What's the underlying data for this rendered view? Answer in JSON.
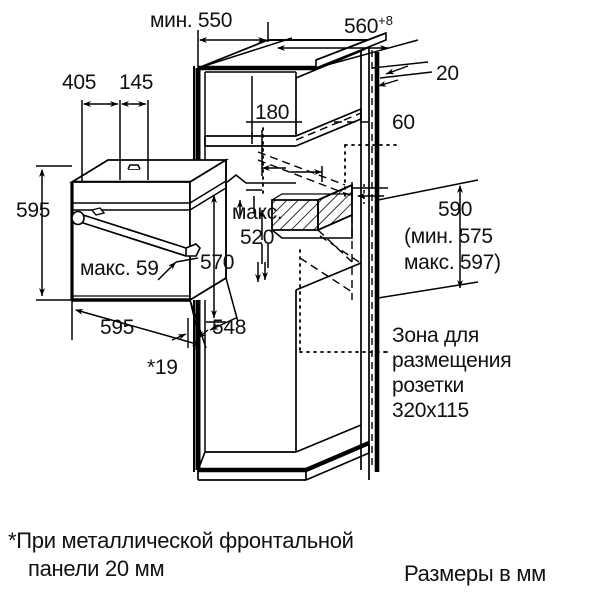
{
  "document": {
    "kind": "technical-installation-drawing",
    "subject": "built-in oven niche dimensions",
    "units_note": "Размеры в мм"
  },
  "dimensions": {
    "niche_depth_min": "мин. 550",
    "niche_width_tol": "560",
    "niche_width_tol_sup": "+8",
    "panel_thickness": "20",
    "top_shelf": "180",
    "rear_gap": "60",
    "oven_width_top_a": "405",
    "oven_width_top_b": "145",
    "oven_height": "595",
    "oven_depth": "570",
    "oven_front_width": "595",
    "oven_body_depth": "548",
    "front_panel_note": "*19",
    "door_gap_max": "макс. 59",
    "niche_depth_max_line1": "макс.",
    "niche_depth_max_line2": "520",
    "niche_height": "590",
    "niche_height_min": "(мин. 575",
    "niche_height_max": "макс. 597)"
  },
  "annotations": {
    "socket_zone": {
      "line1": "Зона для",
      "line2": "размещения",
      "line3": "розетки",
      "line4": "320x115"
    }
  },
  "footer": {
    "footnote_line1": "*При металлической фронтальной",
    "footnote_line2": "панели 20 мм",
    "units": "Размеры в мм"
  },
  "colors": {
    "ink": "#000000",
    "paper": "#ffffff",
    "hatch": "#000000"
  }
}
